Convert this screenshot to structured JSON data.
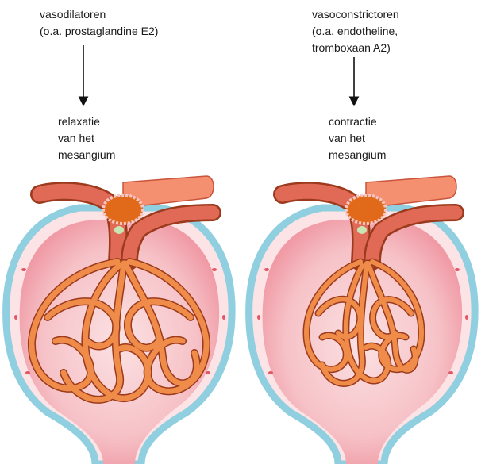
{
  "left": {
    "stimulus": [
      "vasodilatoren",
      "(o.a. prostaglandine E2)"
    ],
    "effect": [
      "relaxatie",
      "van het",
      "mesangium"
    ]
  },
  "right": {
    "stimulus": [
      "vasoconstrictoren",
      "(o.a. endotheline,",
      "tromboxaan A2)"
    ],
    "effect": [
      "contractie",
      "van het",
      "mesangium"
    ]
  },
  "colors": {
    "capillary": "#f08c4a",
    "capillary_outline": "#9b3a1c",
    "arteriole": "#e06a55",
    "capsule_fill": "#fce3e5",
    "capsule_outline": "#8fcfe0",
    "bowman_space": "#f5b3bb",
    "macula_densa": "#c8e6b4"
  }
}
